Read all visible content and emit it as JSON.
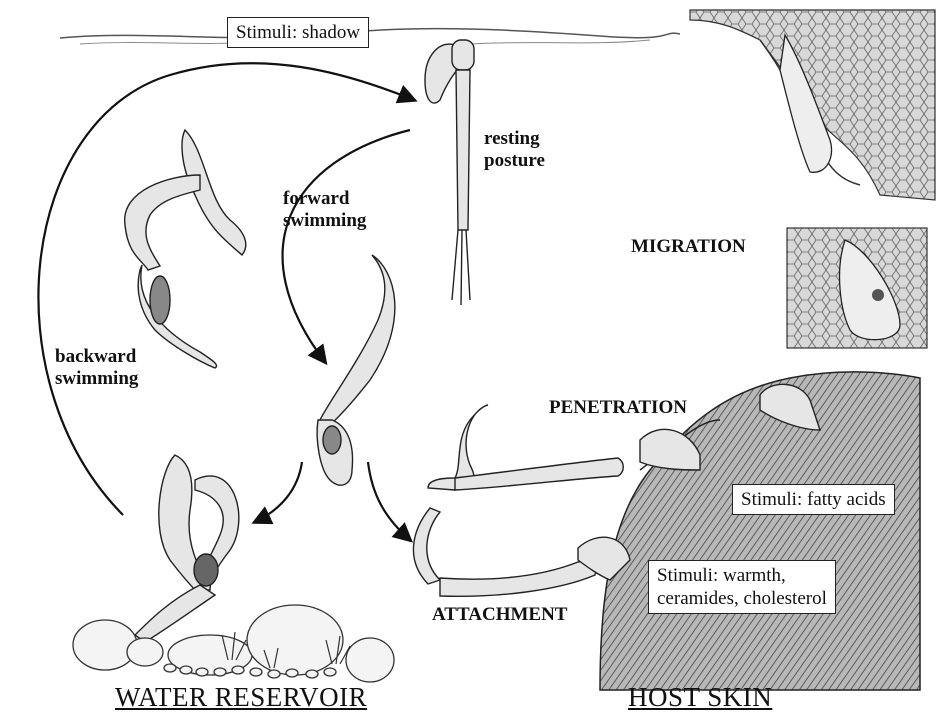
{
  "stimuli": {
    "shadow": "Stimuli: shadow",
    "fatty_acids": "Stimuli: fatty acids",
    "warmth_line1": "Stimuli: warmth,",
    "warmth_line2": "ceramides, cholesterol"
  },
  "stages": {
    "resting_line1": "resting",
    "resting_line2": "posture",
    "forward_line1": "forward",
    "forward_line2": "swimming",
    "backward_line1": "backward",
    "backward_line2": "swimming",
    "migration": "MIGRATION",
    "penetration": "PENETRATION",
    "attachment": "ATTACHMENT"
  },
  "locations": {
    "water": "WATER RESERVOIR",
    "host": "HOST SKIN"
  },
  "colors": {
    "ink": "#111111",
    "skin_fill": "#bdbdbd",
    "tissue_fill": "#d6d6d6",
    "larva_fill": "#e4e4e4"
  }
}
